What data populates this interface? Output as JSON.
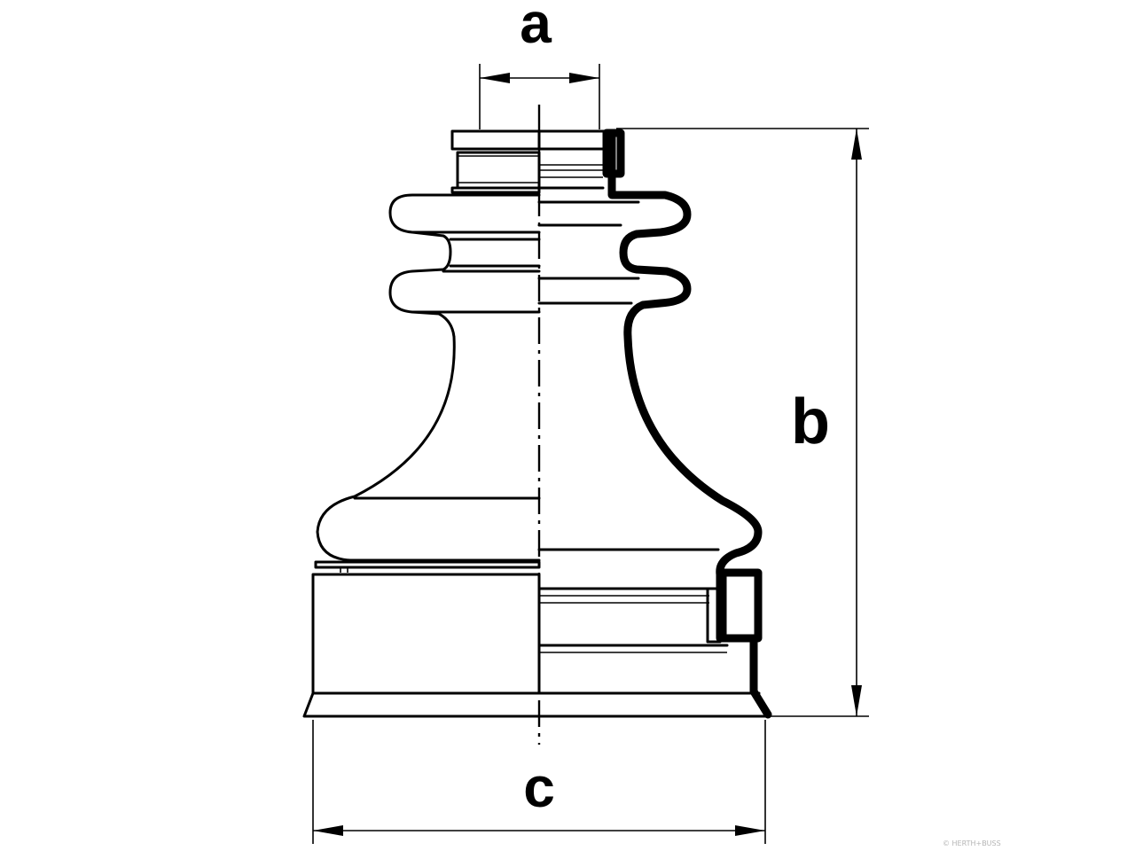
{
  "diagram": {
    "labels": {
      "dim_a": "a",
      "dim_b": "b",
      "dim_c": "c"
    },
    "watermark": "© HERTH+BUSS",
    "colors": {
      "line": "#000000",
      "background": "#ffffff",
      "watermark": "#b5b5b5"
    }
  }
}
